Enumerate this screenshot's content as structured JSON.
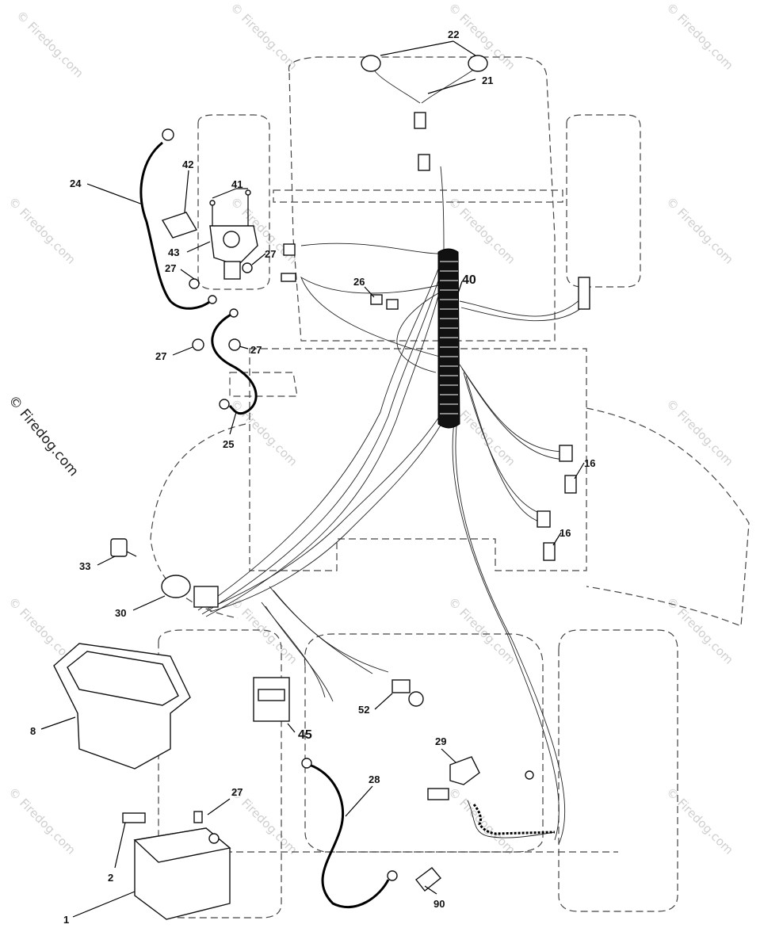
{
  "watermark": {
    "text": "© Firedog.com",
    "side_text": "© Firedog.com"
  },
  "callouts": [
    {
      "id": "c22",
      "label": "22"
    },
    {
      "id": "c21",
      "label": "21"
    },
    {
      "id": "c24",
      "label": "24"
    },
    {
      "id": "c42",
      "label": "42"
    },
    {
      "id": "c41",
      "label": "41"
    },
    {
      "id": "c43",
      "label": "43"
    },
    {
      "id": "c27a",
      "label": "27"
    },
    {
      "id": "c27b",
      "label": "27"
    },
    {
      "id": "c27c",
      "label": "27"
    },
    {
      "id": "c27d",
      "label": "27"
    },
    {
      "id": "c26",
      "label": "26"
    },
    {
      "id": "c40",
      "label": "40"
    },
    {
      "id": "c25",
      "label": "25"
    },
    {
      "id": "c16a",
      "label": "16"
    },
    {
      "id": "c16b",
      "label": "16"
    },
    {
      "id": "c33",
      "label": "33"
    },
    {
      "id": "c30",
      "label": "30"
    },
    {
      "id": "c8",
      "label": "8"
    },
    {
      "id": "c45",
      "label": "45"
    },
    {
      "id": "c52",
      "label": "52"
    },
    {
      "id": "c29",
      "label": "29"
    },
    {
      "id": "c28",
      "label": "28"
    },
    {
      "id": "c27e",
      "label": "27"
    },
    {
      "id": "c2",
      "label": "2"
    },
    {
      "id": "c1",
      "label": "1"
    },
    {
      "id": "c90",
      "label": "90"
    }
  ]
}
